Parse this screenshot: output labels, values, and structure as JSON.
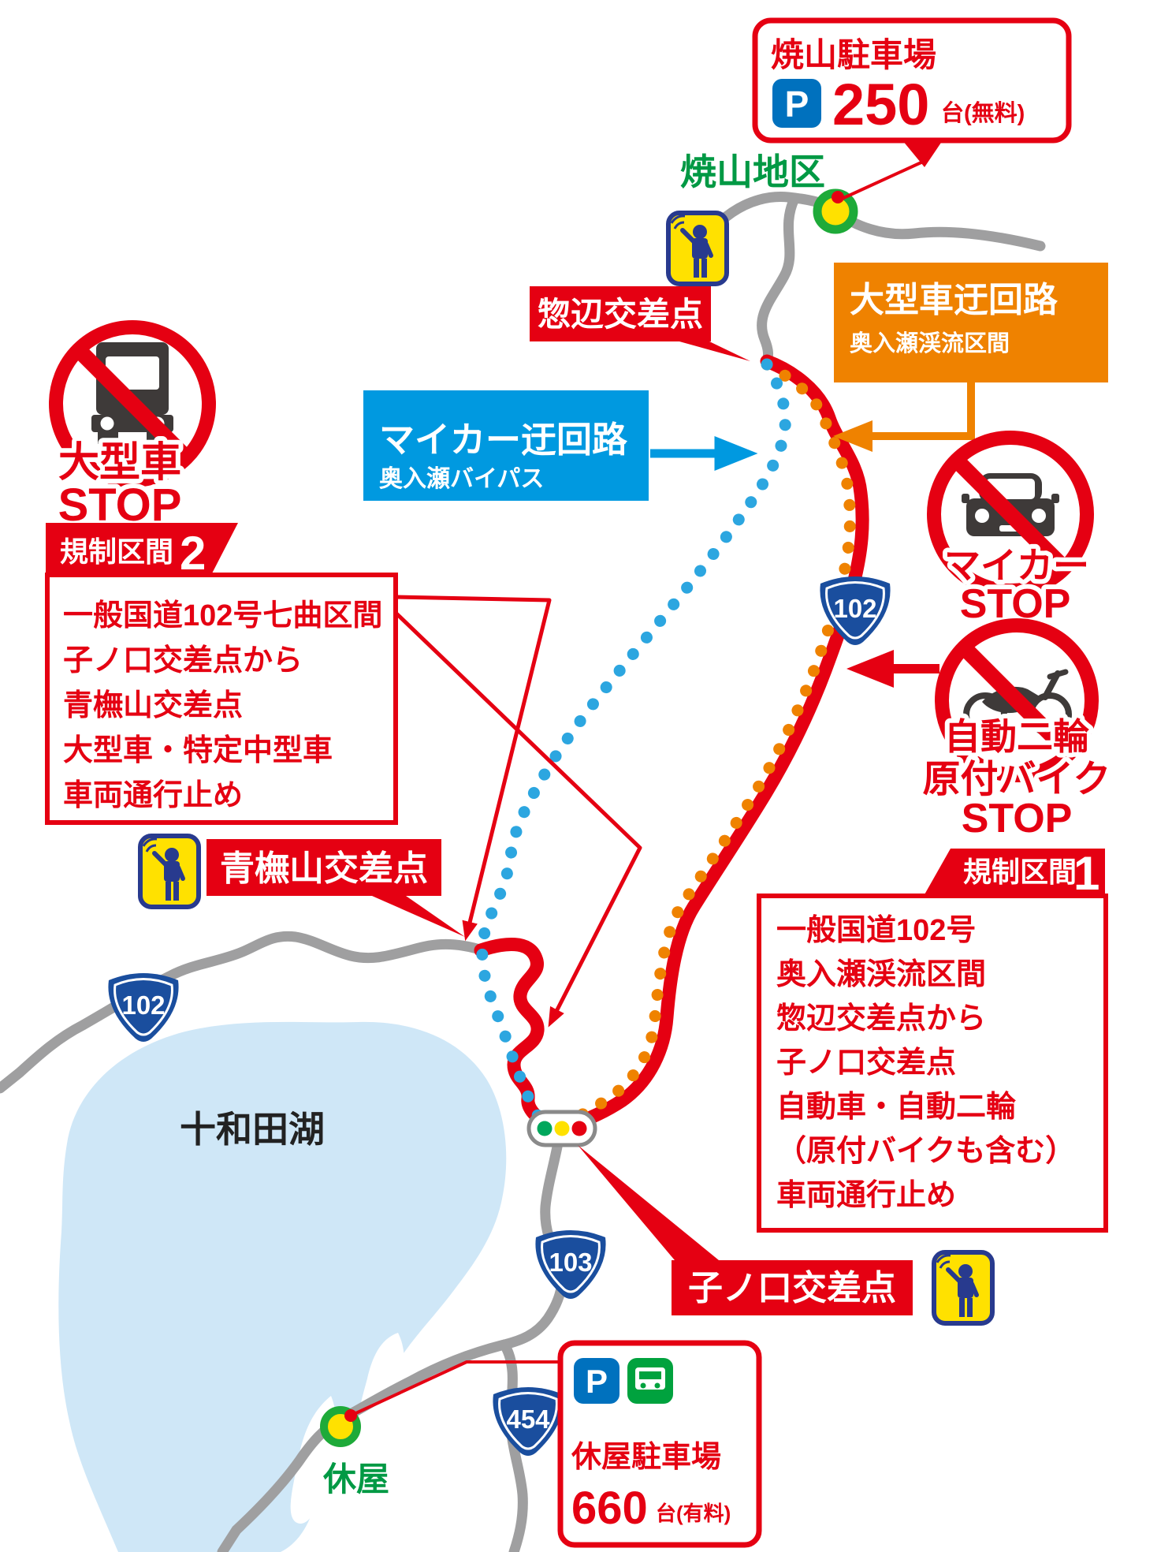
{
  "colors": {
    "regulation_red": "#e50012",
    "detour_orange": "#ef8200",
    "detour_blue": "#0099e0",
    "blue_dots": "#2ca6e0",
    "road_gray": "#9f9fa0",
    "lake_blue": "#cfe7f7",
    "place_green": "#009944",
    "shield_navy": "#1a4e9e",
    "guard_yellow": "#ffe100"
  },
  "labels": {
    "yakeyama_area": "焼山地区",
    "lake": "十和田湖",
    "yasumiya_area": "休屋"
  },
  "parking": {
    "yakeyama": {
      "title": "焼山駐車場",
      "p": "P",
      "count": "250",
      "note": "台(無料)"
    },
    "yasumiya": {
      "title": "休屋駐車場",
      "p": "P",
      "count": "660",
      "note": "台(有料)"
    }
  },
  "intersections": {
    "sobe": "惣辺交差点",
    "aobunayama": "青橅山交差点",
    "konokuchi": "子ノ口交差点"
  },
  "detours": {
    "large": {
      "title": "大型車迂回路",
      "subtitle": "奥入瀬渓流区間"
    },
    "mycar": {
      "title": "マイカー迂回路",
      "subtitle": "奥入瀬バイパス"
    }
  },
  "stops": {
    "truck": {
      "l1": "大型車",
      "l2": "STOP"
    },
    "mycar": {
      "l1": "マイカー",
      "l2": "STOP"
    },
    "moto": {
      "l1": "自動二輪",
      "l2": "原付バイク",
      "l3": "STOP"
    }
  },
  "sections": {
    "s1": {
      "label": "規制区間",
      "num": "1",
      "lines": [
        "一般国道102号",
        "奥入瀬渓流区間",
        "惣辺交差点から",
        "子ノ口交差点",
        "自動車・自動二輪",
        "（原付バイクも含む）",
        "車両通行止め"
      ]
    },
    "s2": {
      "label": "規制区間",
      "num": "2",
      "lines": [
        "一般国道102号七曲区間",
        "子ノ口交差点から",
        "青橅山交差点",
        "大型車・特定中型車",
        "車両通行止め"
      ]
    }
  },
  "shields": {
    "n102": "102",
    "n103": "103",
    "n454": "454"
  }
}
